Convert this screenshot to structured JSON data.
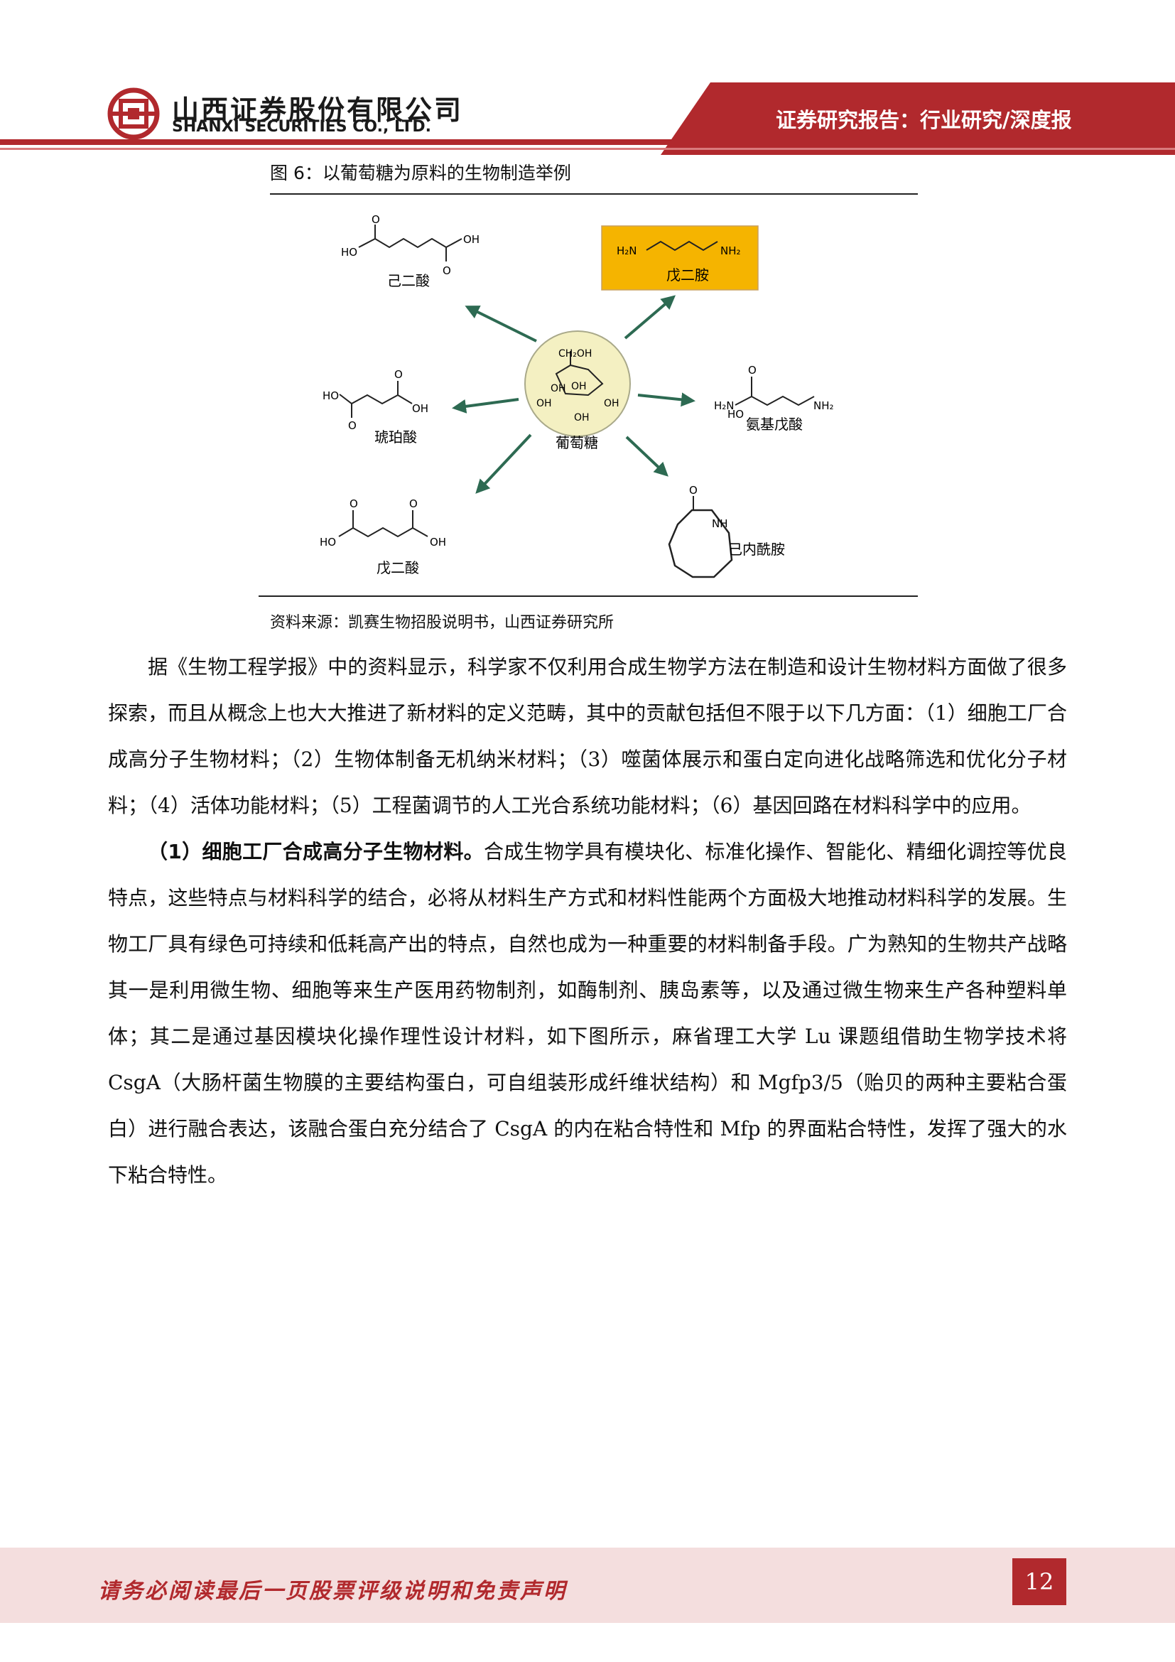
{
  "header": {
    "company_cn": "山西证券股份有限公司",
    "company_en": "SHANXI SECURITIES CO., LTD.",
    "report_type": "证券研究报告：行业研究/深度报",
    "brand_color": "#b1292d"
  },
  "figure": {
    "caption": "图 6：以葡萄糖为原料的生物制造举例",
    "center": {
      "name": "葡萄糖",
      "labels": {
        "ch2oh": "CH₂OH",
        "oh1": "OH",
        "oh2": "OH",
        "oh3": "OH",
        "oh4": "OH",
        "oh5": "OH"
      }
    },
    "products": [
      {
        "name": "己二酸",
        "labels": [
          "HO",
          "OH",
          "O",
          "O"
        ]
      },
      {
        "name": "戊二胺",
        "labels": [
          "H₂N",
          "NH₂"
        ],
        "highlight": "#f5b400"
      },
      {
        "name": "琥珀酸",
        "labels": [
          "HO",
          "OH",
          "O",
          "O"
        ]
      },
      {
        "name": "氨基戊酸",
        "labels": [
          "H₂N",
          "NH₂",
          "O",
          "HO"
        ]
      },
      {
        "name": "戊二酸",
        "labels": [
          "HO",
          "OH",
          "O",
          "O"
        ]
      },
      {
        "name": "己内酰胺",
        "labels": [
          "O",
          "NH"
        ]
      }
    ],
    "source": "资料来源：凯赛生物招股说明书，山西证券研究所"
  },
  "body": {
    "p1": "据《生物工程学报》中的资料显示，科学家不仅利用合成生物学方法在制造和设计生物材料方面做了很多探索，而且从概念上也大大推进了新材料的定义范畴，其中的贡献包括但不限于以下几方面：（1）细胞工厂合成高分子生物材料；（2）生物体制备无机纳米材料；（3）噬菌体展示和蛋白定向进化战略筛选和优化分子材料；（4）活体功能材料；（5）工程菌调节的人工光合系统功能材料；（6）基因回路在材料科学中的应用。",
    "p2_lead": "（1）细胞工厂合成高分子生物材料。",
    "p2_rest": "合成生物学具有模块化、标准化操作、智能化、精细化调控等优良特点，这些特点与材料科学的结合，必将从材料生产方式和材料性能两个方面极大地推动材料科学的发展。生物工厂具有绿色可持续和低耗高产出的特点，自然也成为一种重要的材料制备手段。广为熟知的生物共产战略其一是利用微生物、细胞等来生产医用药物制剂，如酶制剂、胰岛素等，以及通过微生物来生产各种塑料单体；其二是通过基因模块化操作理性设计材料，如下图所示，麻省理工大学 Lu 课题组借助生物学技术将 CsgA（大肠杆菌生物膜的主要结构蛋白，可自组装形成纤维状结构）和 Mgfp3/5（贻贝的两种主要粘合蛋白）进行融合表达，该融合蛋白充分结合了 CsgA 的内在粘合特性和 Mfp 的界面粘合特性，发挥了强大的水下粘合特性。"
  },
  "footer": {
    "disclaimer": "请务必阅读最后一页股票评级说明和免责声明",
    "page_number": "12"
  }
}
